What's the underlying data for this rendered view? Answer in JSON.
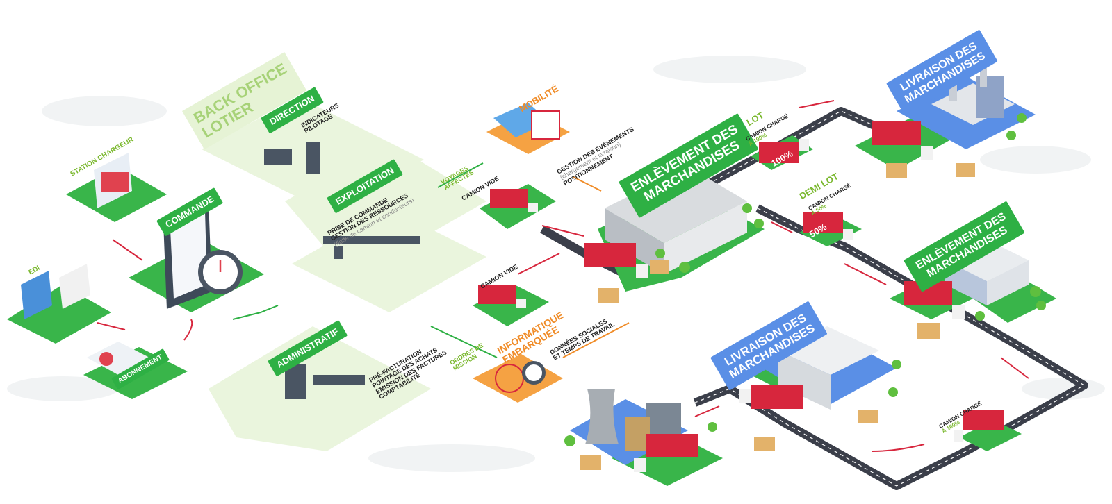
{
  "back_office": {
    "line1": "BACK OFFICE",
    "line2": "LOTIER"
  },
  "station": {
    "label": "STATION CHARGEUR"
  },
  "edi": {
    "label": "EDI"
  },
  "commande": {
    "label": "COMMANDE"
  },
  "abonnement": {
    "label": "ABONNEMENT"
  },
  "direction": {
    "title": "DIRECTION",
    "line1": "INDICATEURS",
    "line2": "PILOTAGE"
  },
  "exploitation": {
    "title": "EXPLOITATION",
    "line1": "PRISE DE COMMANDE",
    "line2": "GESTION DES RESSOURCES",
    "line3": "(flotte de camion et conducteurs)"
  },
  "administratif": {
    "title": "ADMINISTRATIF",
    "line1": "PRÉ-FACTURATION",
    "line2": "POINTAGE DES ACHATS",
    "line3": "EMISSION DES FACTURES",
    "line4": "COMPTABILITÉ"
  },
  "voyages": {
    "line1": "VOYAGES",
    "line2": "AFFECTÉS"
  },
  "ordres": {
    "line1": "ORDRES DE",
    "line2": "MISSION"
  },
  "mobilite": {
    "title": "MOBILITÉ",
    "line1": "GESTION DES ÉVÉNEMENTS",
    "line2": "(chargement et livraison)",
    "line3": "POSITIONNEMENT"
  },
  "informatique": {
    "line1": "INFORMATIQUE",
    "line2": "EMBARQUÉE",
    "desc1": "DONNÉES SOCIALES",
    "desc2": "ET TEMPS DE TRAVAIL"
  },
  "camion_vide_1": "CAMION VIDE",
  "camion_vide_2": "CAMION VIDE",
  "enlevement_1": {
    "line1": "ENLÈVEMENT DES",
    "line2": "MARCHANDISES"
  },
  "enlevement_2": {
    "line1": "ENLÈVEMENT DES",
    "line2": "MARCHANDISES"
  },
  "livraison_1": {
    "line1": "LIVRAISON DES",
    "line2": "MARCHANDISES"
  },
  "livraison_2": {
    "line1": "LIVRAISON DES",
    "line2": "MARCHANDISES"
  },
  "lot": {
    "title": "LOT",
    "line1": "CAMION CHARGÉ",
    "line2": "À 100%",
    "pct": "100%"
  },
  "demi_lot": {
    "title": "DEMI LOT",
    "line1": "CAMION CHARGÉ",
    "line2": "À 50%",
    "pct": "50%"
  },
  "camion_charge": {
    "line1": "CAMION CHARGÉ",
    "line2": "À 100%"
  },
  "colors": {
    "green": "#2eb044",
    "light_green": "#7ab82e",
    "blue": "#5a8fe6",
    "orange": "#f08c28",
    "red": "#d7263d",
    "road": "#3b3f4a"
  }
}
